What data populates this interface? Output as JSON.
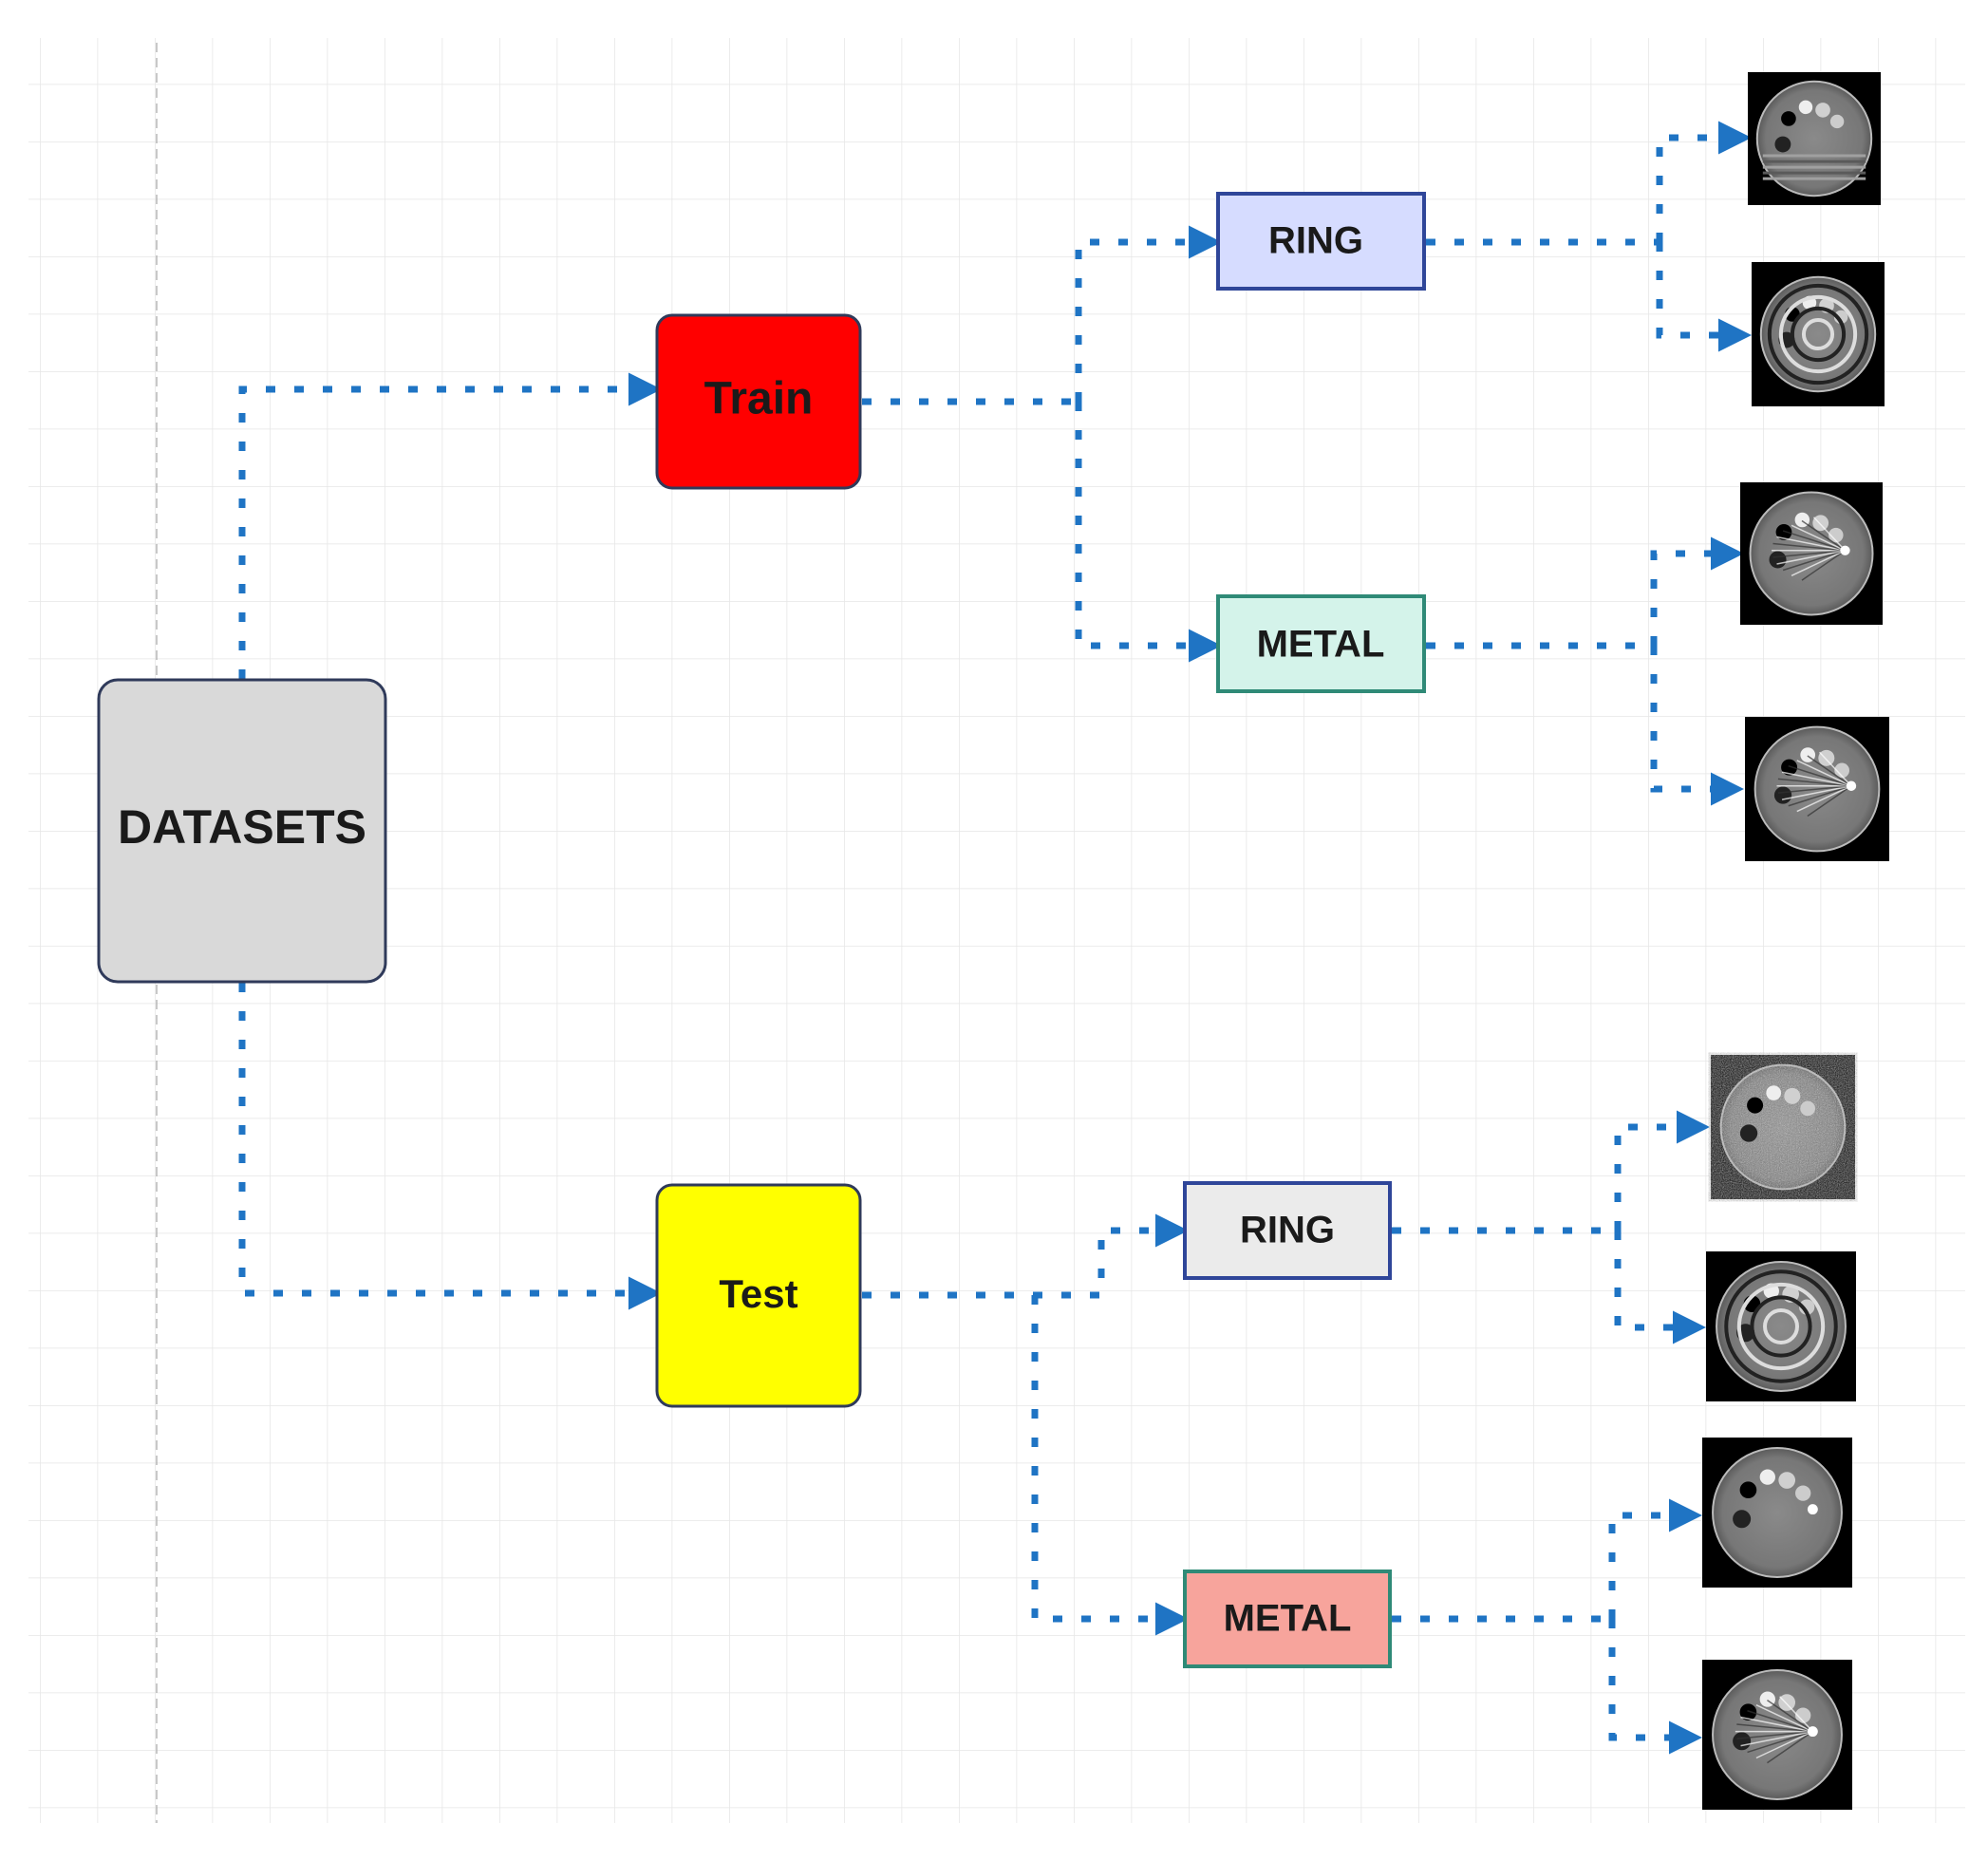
{
  "diagram": {
    "root": {
      "label": "DATASETS",
      "fill": "#d9d9d9",
      "stroke": "#2f3a5a"
    },
    "splits": [
      {
        "id": "train",
        "label": "Train",
        "fill": "#ff0000",
        "stroke": "#2f3a5a"
      },
      {
        "id": "test",
        "label": "Test",
        "fill": "#ffff00",
        "stroke": "#2f3a5a"
      }
    ],
    "artifacts": [
      {
        "id": "train-ring",
        "label": "RING",
        "fill": "#d6dcff",
        "stroke": "#2f4699"
      },
      {
        "id": "train-metal",
        "label": "METAL",
        "fill": "#d4f3ea",
        "stroke": "#2f8a77"
      },
      {
        "id": "test-ring",
        "label": "RING",
        "fill": "#ebebeb",
        "stroke": "#2f4699"
      },
      {
        "id": "test-metal",
        "label": "METAL",
        "fill": "#f7a49c",
        "stroke": "#2f8a77"
      }
    ],
    "thumbnails": [
      {
        "id": "thumb-train-ring-1",
        "kind": "ring-stripes"
      },
      {
        "id": "thumb-train-ring-2",
        "kind": "ring-concentric"
      },
      {
        "id": "thumb-train-metal-1",
        "kind": "metal-streaks"
      },
      {
        "id": "thumb-train-metal-2",
        "kind": "metal-streaks"
      },
      {
        "id": "thumb-test-ring-1",
        "kind": "ring-noise"
      },
      {
        "id": "thumb-test-ring-2",
        "kind": "ring-concentric"
      },
      {
        "id": "thumb-test-metal-1",
        "kind": "metal-clean"
      },
      {
        "id": "thumb-test-metal-2",
        "kind": "metal-streaks"
      }
    ],
    "connector_color": "#1f74c4",
    "grid_color": "#e6e6e6"
  }
}
